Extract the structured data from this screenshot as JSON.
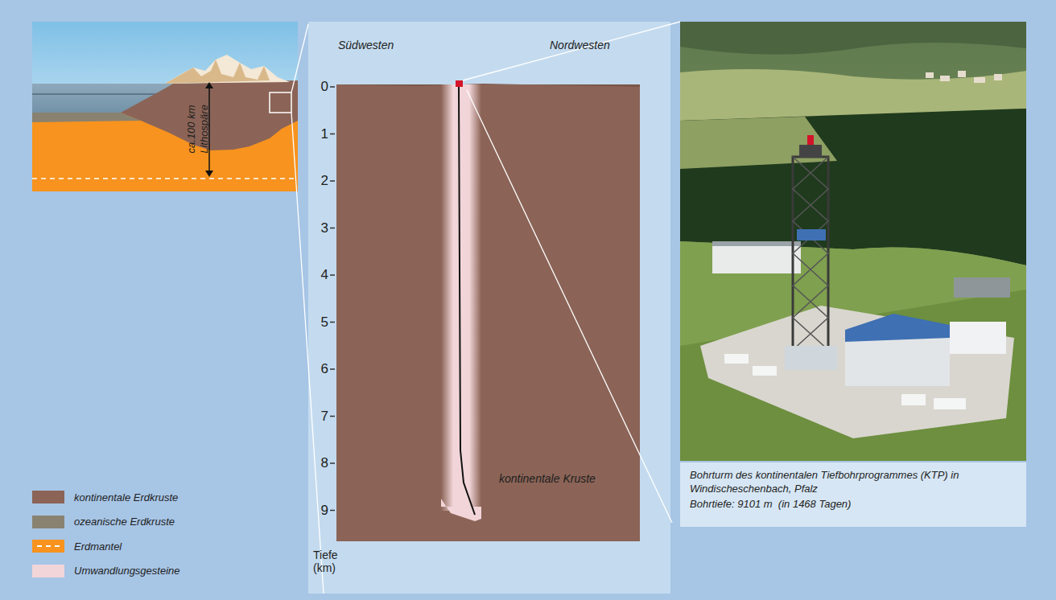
{
  "diagram": {
    "nodes": [
      {
        "text": [
          "Bohrturm des kontinentalen Tiefbohrprogrammes (KTP) in Windischeschenbach, Pfalz",
          "Bohrtiefe: 9101 m  (in 1468 Tagen)"
        ]
      }
    ],
    "labels": [
      "ca.100 km",
      "Lithospäre",
      "Südwesten",
      "Nordwesten",
      "0",
      "1",
      "2",
      "3",
      "4",
      "5",
      "6",
      "7",
      "8",
      "9",
      "Tiefe (km)",
      "kontinentale Kruste"
    ],
    "legend": [
      {
        "text": "kontinentale Erdkruste",
        "color": "#8b6457"
      },
      {
        "text": "ozeanische Erdkruste",
        "color": "#8a8270"
      },
      {
        "text": "Erdmantel",
        "color": "#f7931e"
      },
      {
        "text": "Umwandlungsgesteine",
        "color": "#f2d5d8"
      }
    ]
  }
}
